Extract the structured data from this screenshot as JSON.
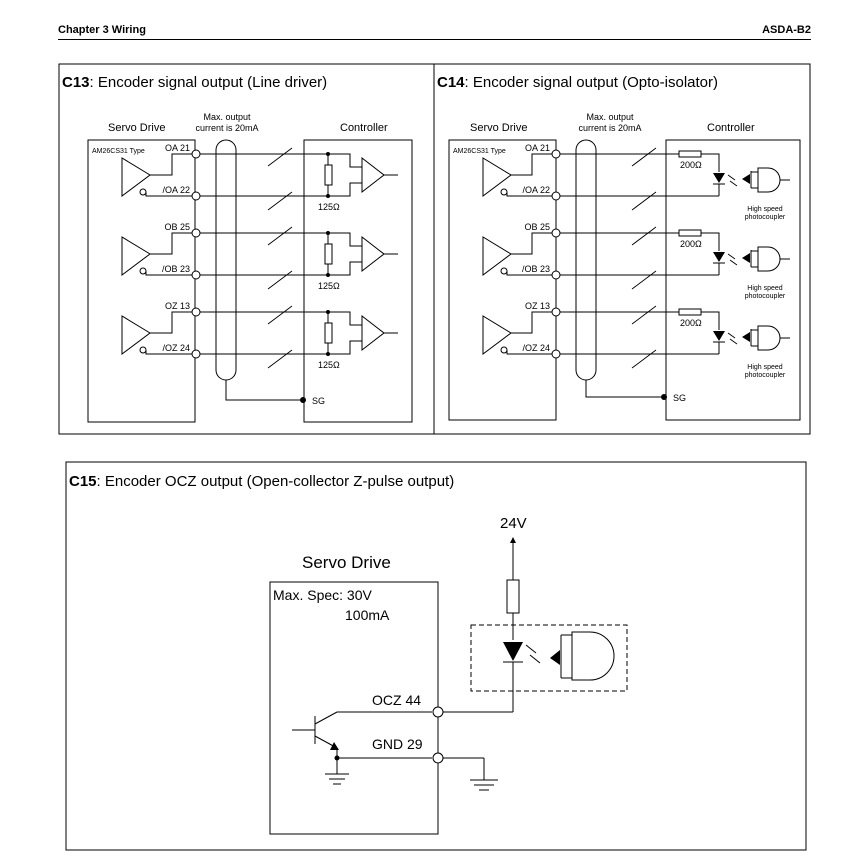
{
  "header": {
    "chapter": "Chapter 3 Wiring",
    "model": "ASDA-B2"
  },
  "c13": {
    "code": "C13",
    "title": ": Encoder signal output (Line driver)",
    "servo_drive": "Servo Drive",
    "controller": "Controller",
    "max_output_1": "Max. output",
    "max_output_2": "current is 20mA",
    "chip": "AM26CS31 Type",
    "pins": [
      "OA 21",
      "/OA 22",
      "OB 25",
      "/OB 23",
      "OZ 13",
      "/OZ 24"
    ],
    "resistor": "125Ω",
    "sg": "SG"
  },
  "c14": {
    "code": "C14",
    "title": ": Encoder signal output (Opto-isolator)",
    "servo_drive": "Servo Drive",
    "controller": "Controller",
    "max_output_1": "Max. output",
    "max_output_2": "current is 20mA",
    "chip": "AM26CS31 Type",
    "pins": [
      "OA 21",
      "/OA 22",
      "OB 25",
      "/OB 23",
      "OZ 13",
      "/OZ 24"
    ],
    "resistor": "200Ω",
    "photo_1": "High speed",
    "photo_2": "photocoupler",
    "sg": "SG"
  },
  "c15": {
    "code": "C15",
    "title": ": Encoder OCZ output (Open-collector Z-pulse output)",
    "voltage": "24V",
    "servo_drive": "Servo Drive",
    "spec_1": "Max. Spec: 30V",
    "spec_2": "100mA",
    "pin_ocz": "OCZ 44",
    "pin_gnd": "GND 29"
  }
}
